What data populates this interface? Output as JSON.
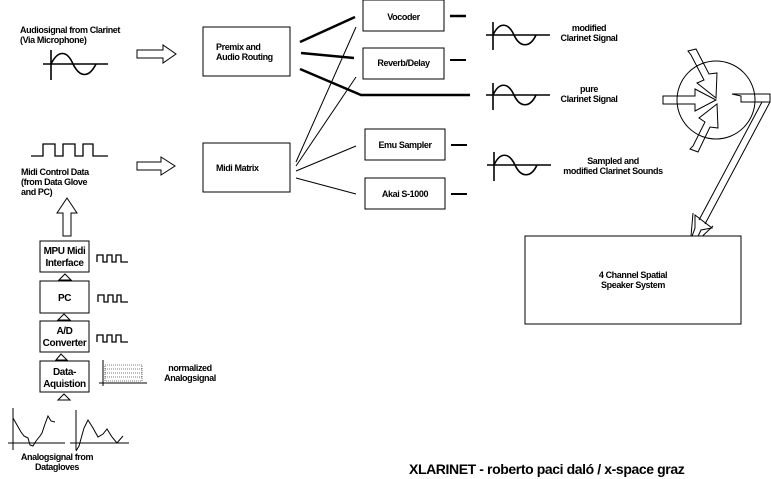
{
  "title": "XLARINET - roberto paci daló / x-space graz",
  "inputs": {
    "audio_label_1": "Audiosignal from Clarinet",
    "audio_label_2": "(Via Microphone)",
    "midi_label_1": "Midi Control Data",
    "midi_label_2": "(from Data Glove",
    "midi_label_3": " and PC)",
    "analog_label_1": "Analogsignal from",
    "analog_label_2": "Datagloves",
    "normalized_label_1": "normalized",
    "normalized_label_2": "Analogsignal"
  },
  "blocks": {
    "premix_1": "Premix and",
    "premix_2": "Audio Routing",
    "midi_matrix": "Midi Matrix",
    "vocoder": "Vocoder",
    "reverb": "Reverb/Delay",
    "emu": "Emu Sampler",
    "akai": "Akai S-1000",
    "mpu_1": "MPU Midi",
    "mpu_2": "Interface",
    "pc": "PC",
    "ad_1": "A/D",
    "ad_2": "Converter",
    "daq_1": "Data-",
    "daq_2": "Aquistion",
    "speaker_1": "4 Channel Spatial",
    "speaker_2": "Speaker System"
  },
  "outputs": {
    "modified_1": "modified",
    "modified_2": "Clarinet Signal",
    "pure_1": "pure",
    "pure_2": "Clarinet Signal",
    "sampled_1": "Sampled and",
    "sampled_2": "modified Clarinet Sounds"
  }
}
